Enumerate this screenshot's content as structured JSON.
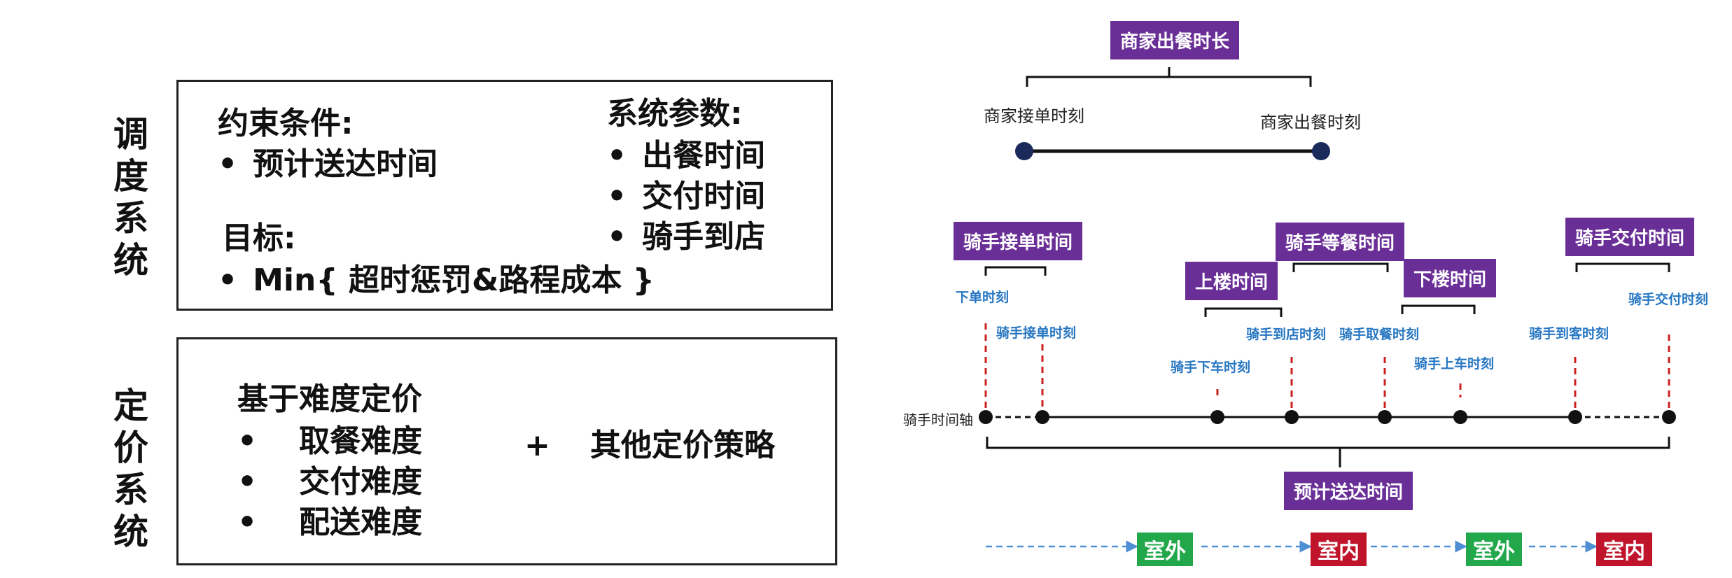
{
  "left": {
    "dispatch_label": [
      "调",
      "度",
      "系",
      "统"
    ],
    "pricing_label": [
      "定",
      "价",
      "系",
      "统"
    ],
    "dispatch_box": {
      "constraint_title": "约束条件:",
      "constraint_item": "预计送达时间",
      "goal_title": "目标:",
      "goal_item": "Min{ 超时惩罚&路程成本 }",
      "params_title": "系统参数:",
      "params_items": [
        "出餐时间",
        "交付时间",
        "骑手到店"
      ]
    },
    "pricing_box": {
      "title": "基于难度定价",
      "items": [
        "取餐难度",
        "交付难度",
        "配送难度"
      ],
      "plus": "+",
      "other": "其他定价策略"
    }
  },
  "merchant": {
    "title": "商家出餐时长",
    "start": "商家接单时刻",
    "end": "商家出餐时刻"
  },
  "rider": {
    "axis_label": "骑手时间轴",
    "durations": {
      "accept": "骑手接单时间",
      "upstairs": "上楼时间",
      "wait": "骑手等餐时间",
      "downstairs": "下楼时间",
      "deliver": "骑手交付时间",
      "eta": "预计送达时间"
    },
    "moments": {
      "order": "下单时刻",
      "accept": "骑手接单时刻",
      "get_off": "骑手下车时刻",
      "arrive_store": "骑手到店时刻",
      "pickup": "骑手取餐时刻",
      "get_on": "骑手上车时刻",
      "arrive_customer": "骑手到客时刻",
      "delivered": "骑手交付时刻"
    }
  },
  "zones": {
    "items": [
      "室外",
      "室内",
      "室外",
      "室内"
    ],
    "colors": [
      "#22a84a",
      "#c0142a",
      "#22a84a",
      "#c0142a"
    ]
  },
  "colors": {
    "purple": "#6a2f97",
    "blue_text": "#2777c2",
    "node": "#1a2a5a",
    "dash_red": "#cc1f1f",
    "dash_blue": "#4f8fd4"
  }
}
